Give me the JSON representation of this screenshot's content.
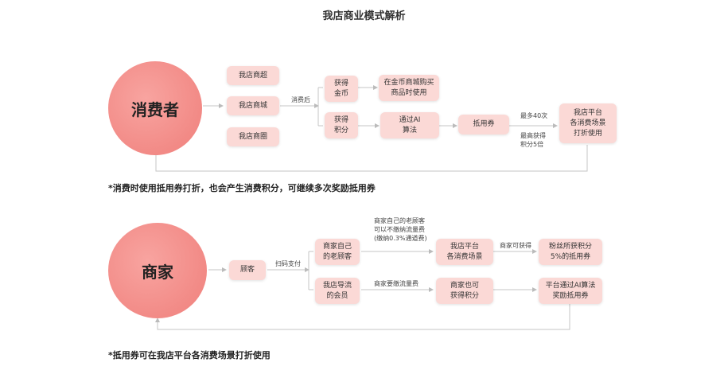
{
  "title": "我店商业模式解析",
  "consumer": {
    "circle": "消费者",
    "shops": [
      "我店商超",
      "我店商城",
      "我店商圈"
    ],
    "after_label": "消费后",
    "gold": "获得\n金币",
    "gold_use": "在金币商城购买\n商品时使用",
    "points": "获得\n积分",
    "ai": "通过AI\n算法",
    "coupon": "抵用券",
    "max_label": "最多40次",
    "max_label2": "最高获得\n积分5倍",
    "platform": "我店平台\n各消费场景\n打折使用",
    "note": "*消费时使用抵用券打折，也会产生消费积分，可继续多次奖励抵用券"
  },
  "merchant": {
    "circle": "商家",
    "customer": "顾客",
    "scan_label": "扫码支付",
    "old_label": "商家自己的老顾客\n可以不缴纳流量费\n(缴纳0.3%通道费)",
    "old": "商家自己\n的老顾客",
    "guide": "我店导流\n的会员",
    "fee_label": "商家要缴流量费",
    "scene": "我店平台\n各消费场景",
    "get_points": "商家也可\n获得积分",
    "can_get": "商家可获得",
    "fans": "粉丝所获积分\n5%的抵用券",
    "ai_reward": "平台通过AI算法\n奖励抵用券",
    "note": "*抵用券可在我店平台各消费场景打折使用"
  }
}
